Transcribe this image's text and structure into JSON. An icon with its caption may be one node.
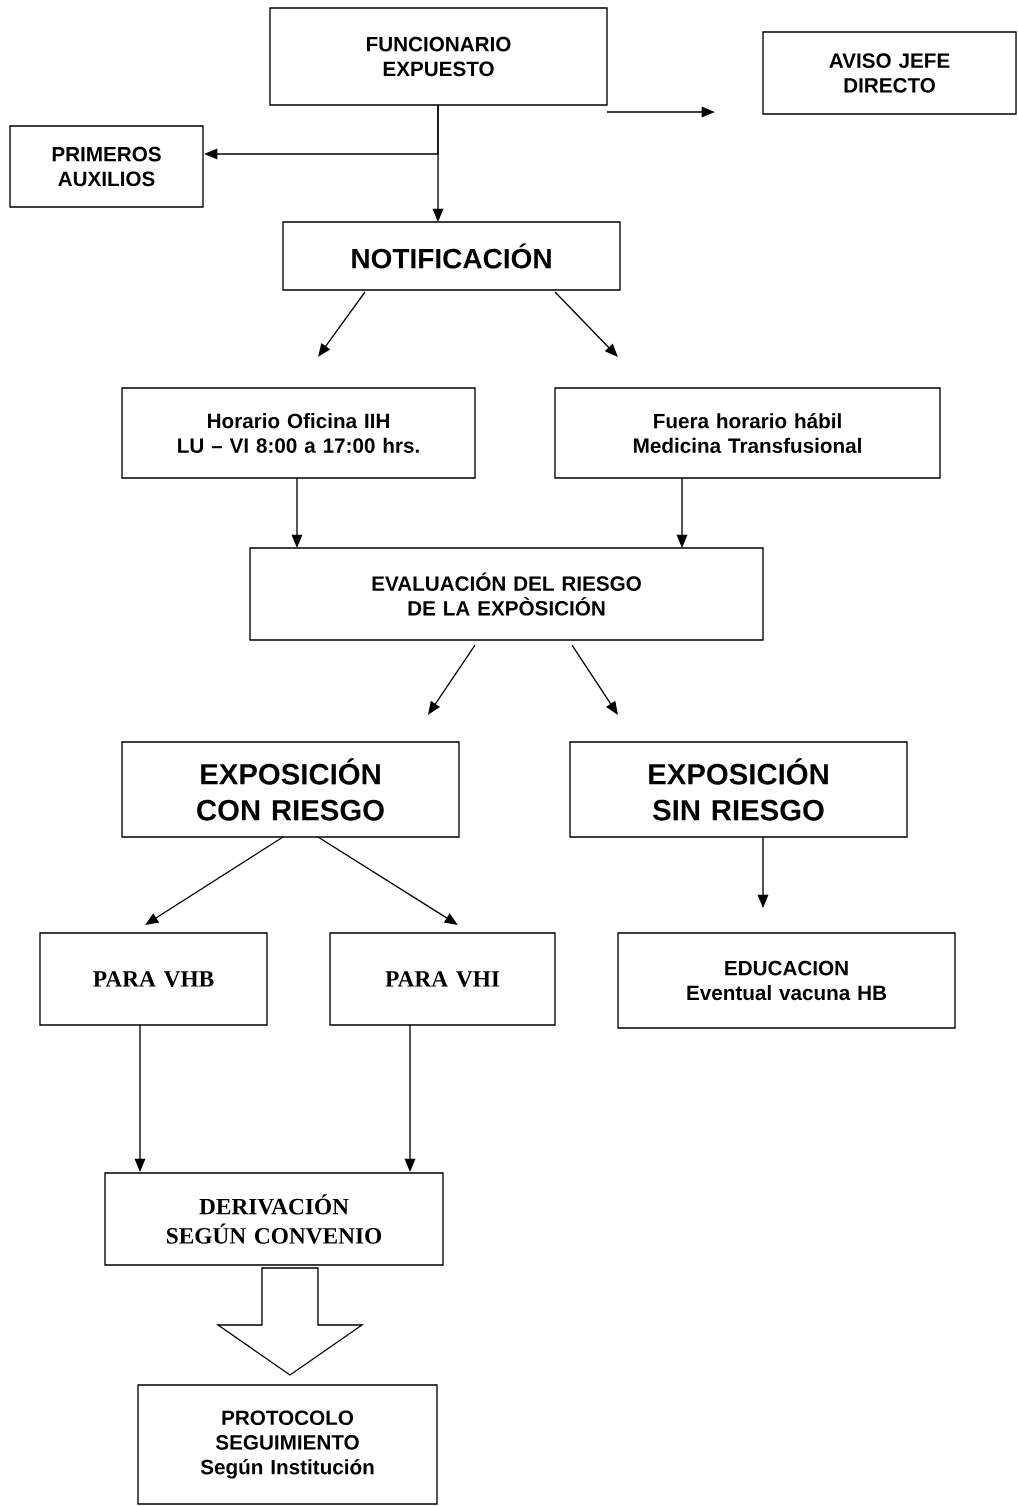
{
  "diagram": {
    "nodes": [
      {
        "text": [
          "FUNCIONARIO EXPUESTO"
        ]
      },
      {
        "text": [
          "AVISO JEFE DIRECTO"
        ]
      },
      {
        "text": [
          "PRIMEROS AUXILIOS"
        ]
      },
      {
        "text": [
          "NOTIFICACIÓN"
        ]
      },
      {
        "text": [
          "Horario Oficina IIH",
          "LU – VI 8:00 a 17:00 hrs."
        ]
      },
      {
        "text": [
          "Fuera horario hábil",
          "Medicina Transfusional"
        ]
      },
      {
        "text": [
          "EVALUACIÓN DEL RIESGO DE LA EXPÒSICIÓN"
        ]
      },
      {
        "text": [
          "EXPOSICIÓN CON RIESGO"
        ]
      },
      {
        "text": [
          "EXPOSICIÓN SIN RIESGO"
        ]
      },
      {
        "text": [
          "EDUCACION",
          "Eventual vacuna HB"
        ]
      },
      {
        "text": [
          "PARA VHB"
        ]
      },
      {
        "text": [
          "PARA VHI"
        ]
      },
      {
        "text": [
          "DERIVACIÓN SEGÚN CONVENIO"
        ]
      },
      {
        "text": [
          "PROTOCOLO SEGUIMIENTO",
          "Según Institución"
        ]
      }
    ],
    "edges": [
      {
        "from": 0,
        "to": 1,
        "arrow": "to"
      },
      {
        "from": 0,
        "to": 2,
        "arrow": "to"
      },
      {
        "from": 0,
        "to": 3,
        "arrow": "to"
      },
      {
        "from": 3,
        "to": 4,
        "arrow": "to"
      },
      {
        "from": 3,
        "to": 5,
        "arrow": "to"
      },
      {
        "from": 4,
        "to": 6,
        "arrow": "to"
      },
      {
        "from": 5,
        "to": 6,
        "arrow": "to"
      },
      {
        "from": 6,
        "to": 7,
        "arrow": "to"
      },
      {
        "from": 6,
        "to": 8,
        "arrow": "to"
      },
      {
        "from": 7,
        "to": 10,
        "arrow": "to"
      },
      {
        "from": 7,
        "to": 11,
        "arrow": "to"
      },
      {
        "from": 8,
        "to": 9,
        "arrow": "to"
      },
      {
        "from": 10,
        "to": 12,
        "arrow": "to"
      },
      {
        "from": 11,
        "to": 12,
        "arrow": "to"
      },
      {
        "from": 12,
        "to": 13,
        "arrow": "to",
        "style": "thick"
      }
    ]
  }
}
